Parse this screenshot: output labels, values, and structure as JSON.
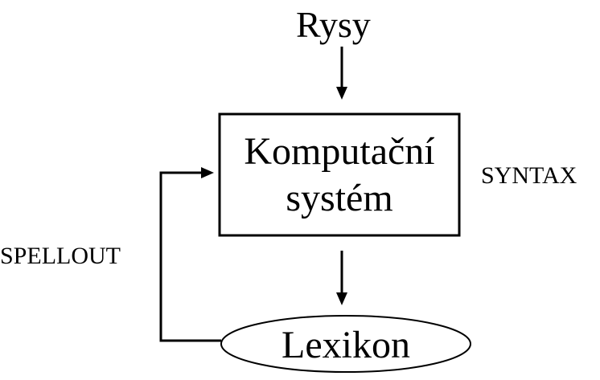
{
  "nodes": {
    "input": "Rysy",
    "system_line1": "Komputační",
    "system_line2": "systém",
    "lexicon": "Lexikon"
  },
  "labels": {
    "syntax": "SYNTAX",
    "spellout": "SPELLOUT"
  },
  "colors": {
    "stroke": "#000000",
    "background": "#ffffff"
  }
}
